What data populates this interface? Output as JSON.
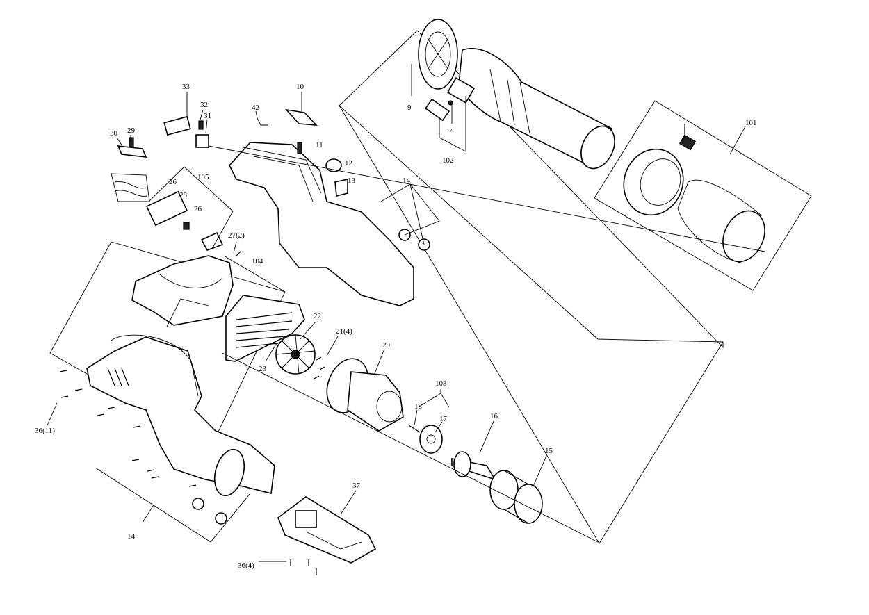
{
  "callouts": {
    "p9": "9",
    "p7": "7",
    "p102": "102",
    "p101": "101",
    "p10": "10",
    "p42": "42",
    "p11": "11",
    "p12": "12",
    "p13": "13",
    "p14a": "14",
    "p33": "33",
    "p32": "32",
    "p31": "31",
    "p29": "29",
    "p30": "30",
    "p26a": "26",
    "p28": "28",
    "p26b": "26",
    "p105": "105",
    "p27": "27(2)",
    "p104": "104",
    "p22": "22",
    "p23": "23",
    "p21": "21(4)",
    "p20": "20",
    "p103": "103",
    "p18": "18",
    "p17": "17",
    "p16": "16",
    "p15": "15",
    "p36a": "36(11)",
    "p14b": "14",
    "p37": "37",
    "p36b": "36(4)"
  }
}
